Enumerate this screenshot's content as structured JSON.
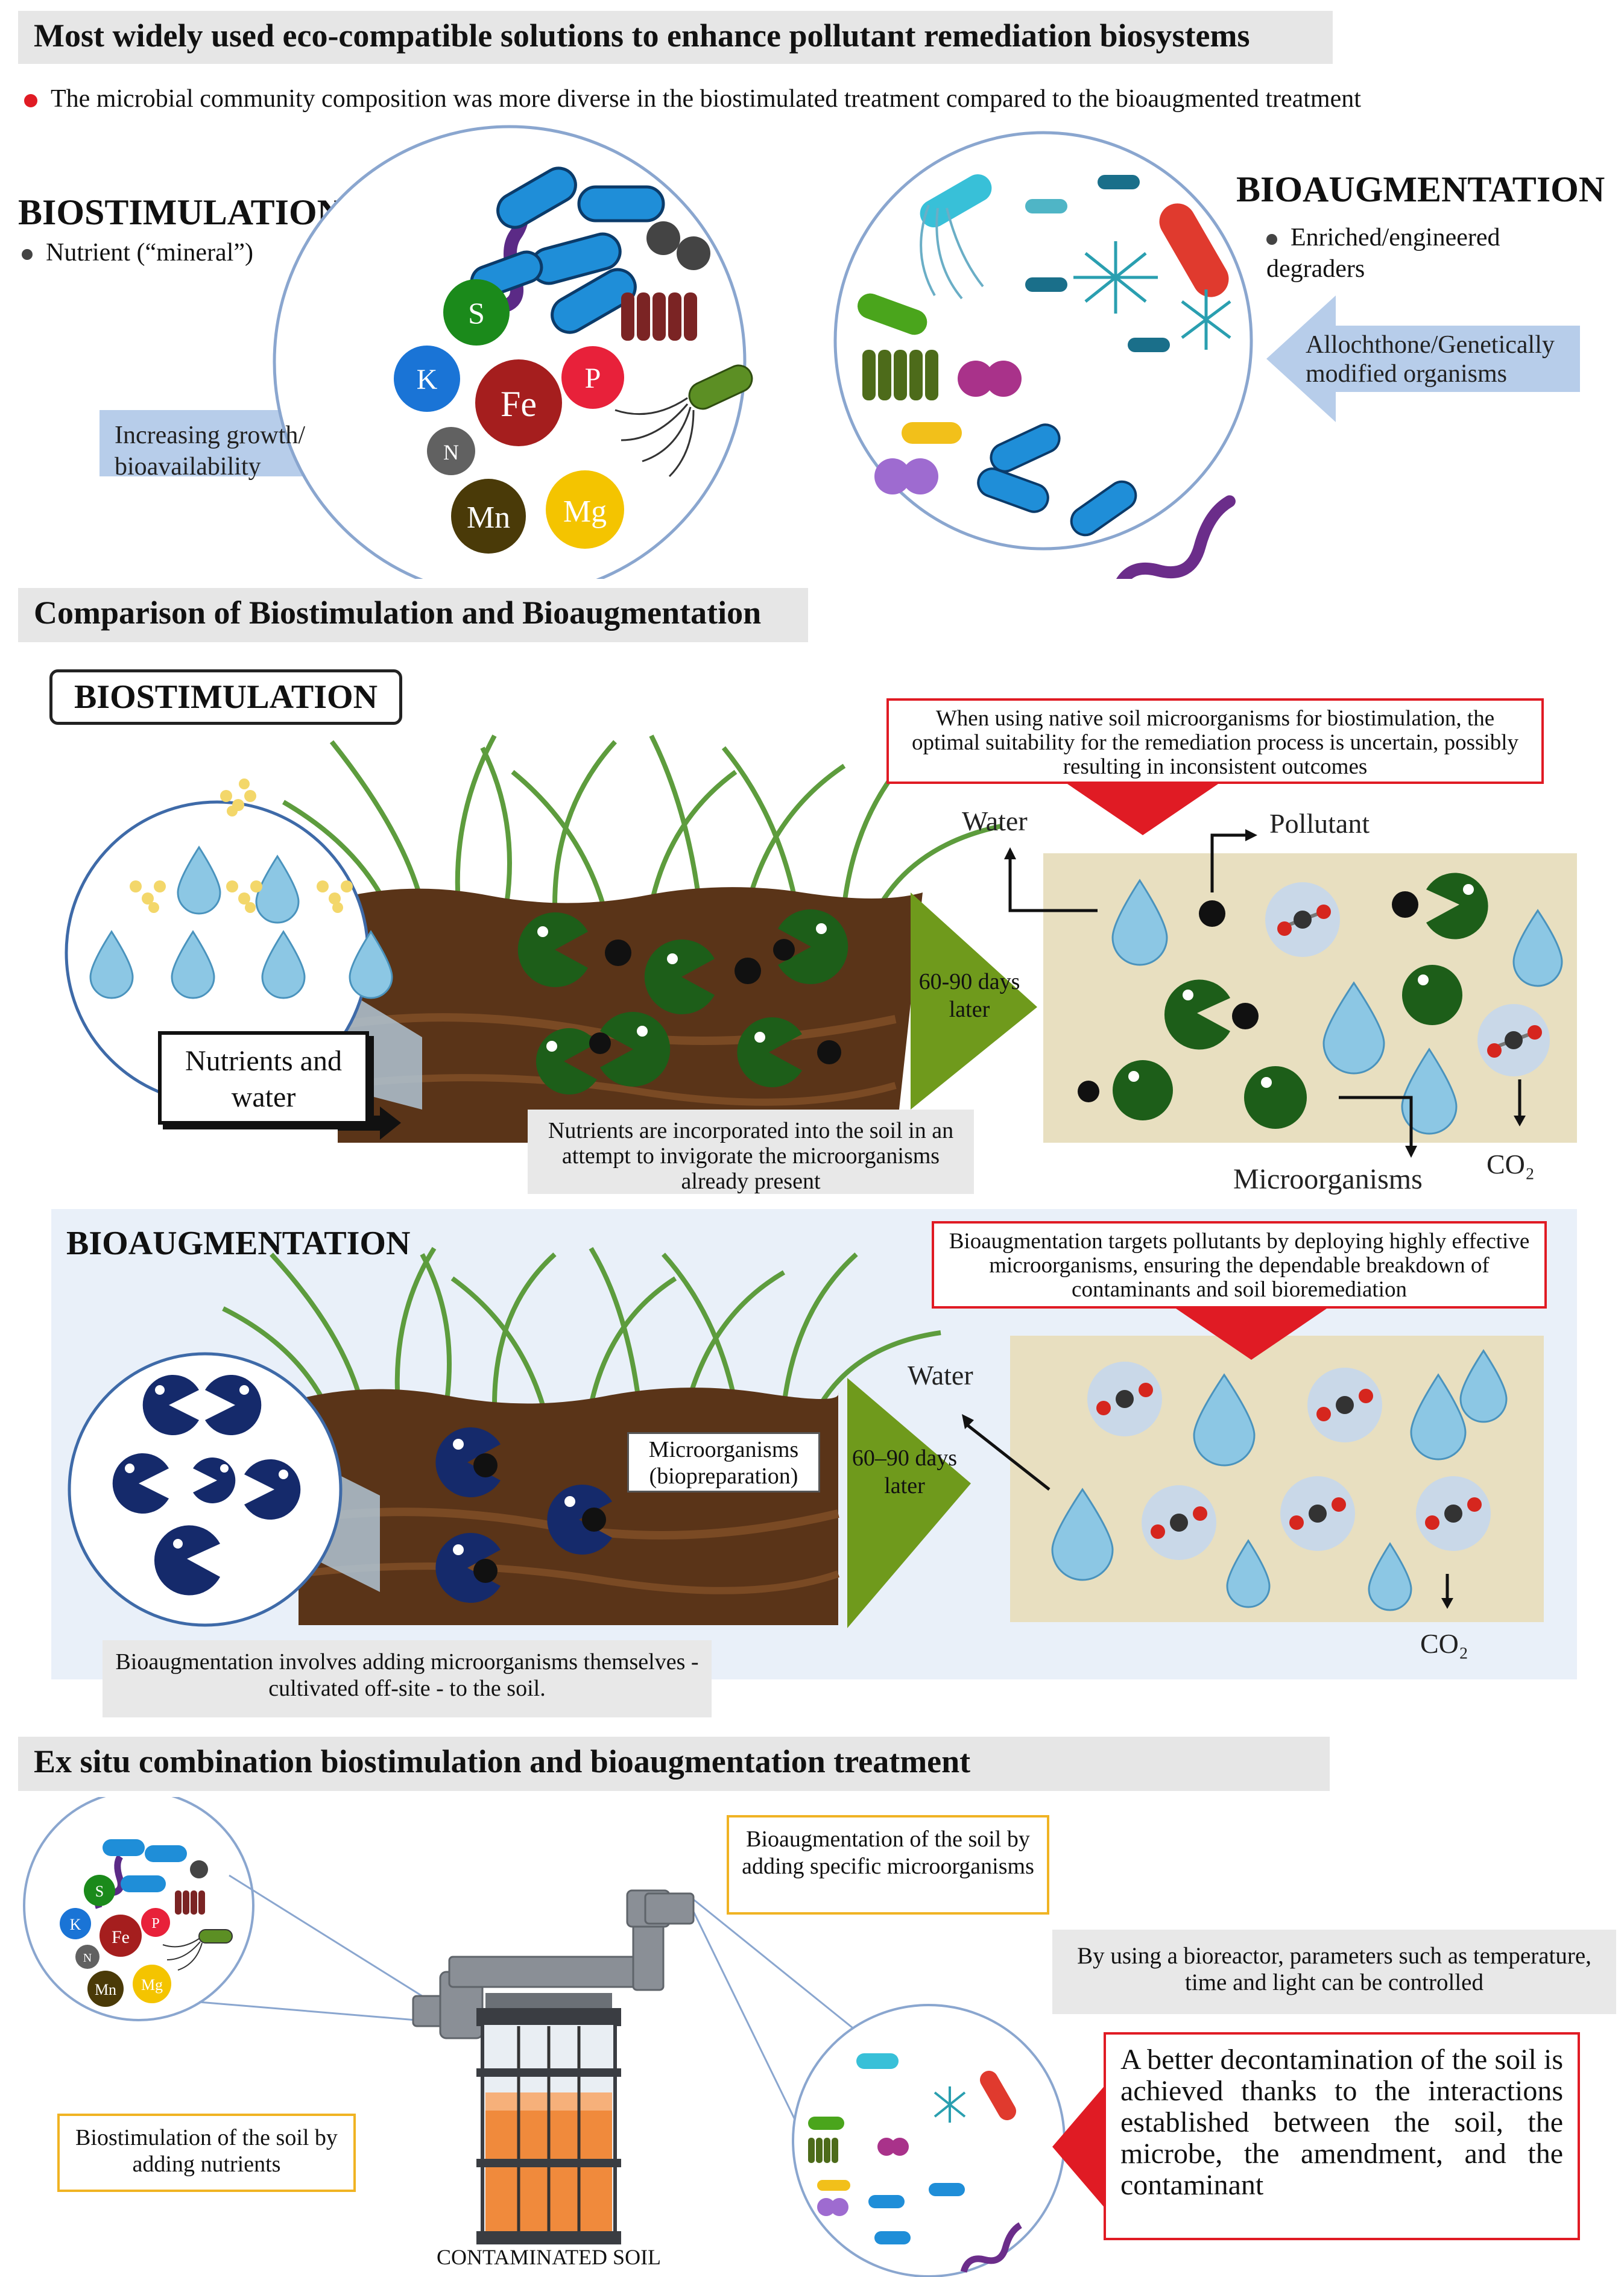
{
  "section1": {
    "title": "Most widely used eco-compatible solutions to enhance pollutant remediation biosystems",
    "note": "The microbial community composition was more diverse in the biostimulated treatment compared to the bioaugmented treatment",
    "biostim_title": "BIOSTIMULATION",
    "biostim_bullet": "Nutrient (“mineral”)",
    "biostim_arrow": "Increasing growth/ bioavailability",
    "nutrients": [
      "S",
      "K",
      "Fe",
      "P",
      "N",
      "Mn",
      "Mg"
    ],
    "bioaug_title": "BIOAUGMENTATION",
    "bioaug_bullet": "Enriched/engineered degraders",
    "bioaug_arrow": "Allochthone/Genetically modified organisms"
  },
  "section2": {
    "title": "Comparison of Biostimulation and Bioaugmentation",
    "biostim_label": "BIOSTIMULATION",
    "biostim_warning": "When using native soil microorganisms for biostimulation, the optimal suitability for the remediation process is uncertain, possibly resulting in inconsistent outcomes",
    "nutrients_water": "Nutrients and water",
    "biostim_caption": "Nutrients are incorporated into the soil in an attempt to invigorate the microorganisms already present",
    "days1": "60-90 days later",
    "water": "Water",
    "pollutant": "Pollutant",
    "microorganisms": "Microorganisms",
    "co2": "CO₂",
    "bioaug_label": "BIOAUGMENTATION",
    "bioaug_warning": "Bioaugmentation targets pollutants by deploying highly effective microorganisms, ensuring the dependable breakdown of contaminants and soil bioremediation",
    "biopreparation": "Microorganisms (biopreparation)",
    "days2": "60–90 days later",
    "bioaug_caption": "Bioaugmentation involves adding microorganisms themselves - cultivated off-site - to the soil."
  },
  "section3": {
    "title": "Ex situ combination biostimulation and bioaugmentation treatment",
    "bioaug_box": "Bioaugmentation of the soil by adding specific microorganisms",
    "bioreactor_note": "By using a bioreactor, parameters such as temperature, time and light can be controlled",
    "biostim_box": "Biostimulation of the soil by adding nutrients",
    "conclusion": "A better decontamination of the soil is achieved thanks to the interactions established between the soil, the microbe, the amendment, and the contaminant",
    "reactor_label": "CONTAMINATED SOIL"
  },
  "colors": {
    "header_gray": "#e6e6e6",
    "arrow_blue": "#b7cdea",
    "soil": "#5a3418",
    "panel_tan": "#e8dfc0",
    "pacman_green": "#1d5e19",
    "pacman_blue": "#152a6b",
    "red": "#e01b24",
    "orange": "#f0b323"
  }
}
